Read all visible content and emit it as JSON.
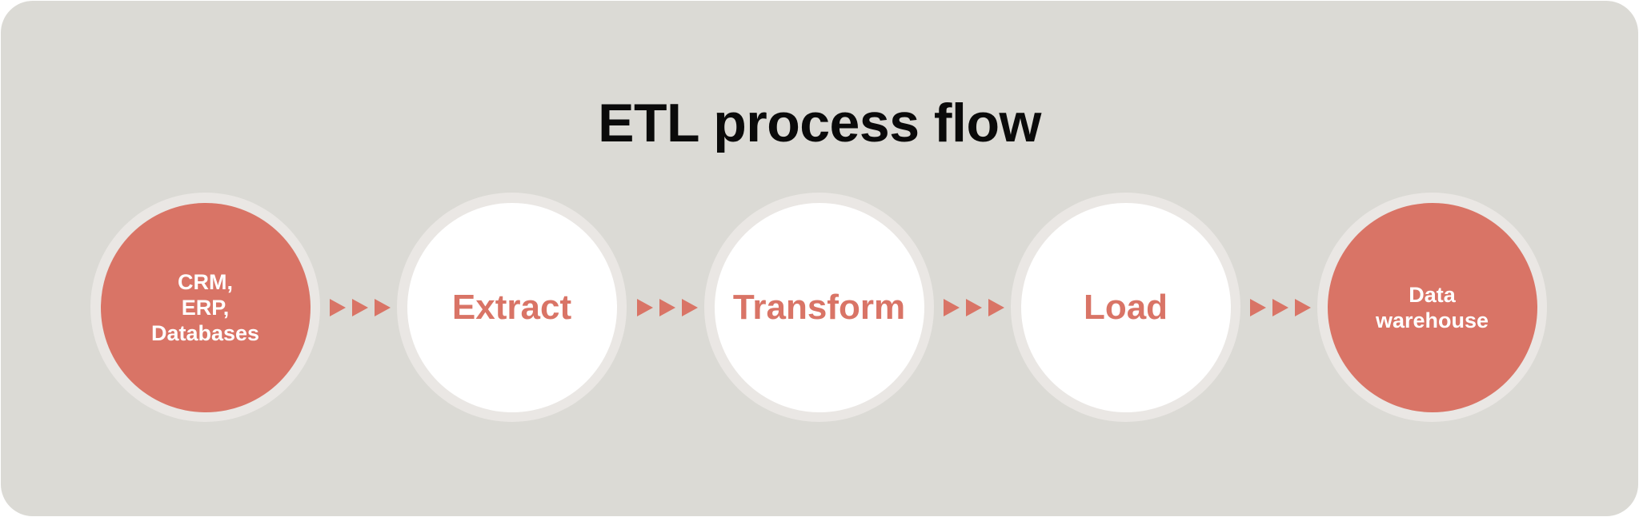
{
  "title": "ETL process flow",
  "colors": {
    "background": "#dbdad5",
    "accent": "#d97466",
    "ring": "#eae7e4",
    "hollow_fill": "#ffffff",
    "title_text": "#0a0a0a"
  },
  "nodes": [
    {
      "label": "CRM,\nERP,\nDatabases",
      "style": "filled"
    },
    {
      "label": "Extract",
      "style": "hollow"
    },
    {
      "label": "Transform",
      "style": "hollow"
    },
    {
      "label": "Load",
      "style": "hollow"
    },
    {
      "label": "Data\nwarehouse",
      "style": "filled"
    }
  ],
  "connectors": [
    {
      "icon": "triple-chevron-right-icon",
      "from": "CRM, ERP, Databases",
      "to": "Extract"
    },
    {
      "icon": "triple-chevron-right-icon",
      "from": "Extract",
      "to": "Transform"
    },
    {
      "icon": "triple-chevron-right-icon",
      "from": "Transform",
      "to": "Load"
    },
    {
      "icon": "triple-chevron-right-icon",
      "from": "Load",
      "to": "Data warehouse"
    }
  ]
}
